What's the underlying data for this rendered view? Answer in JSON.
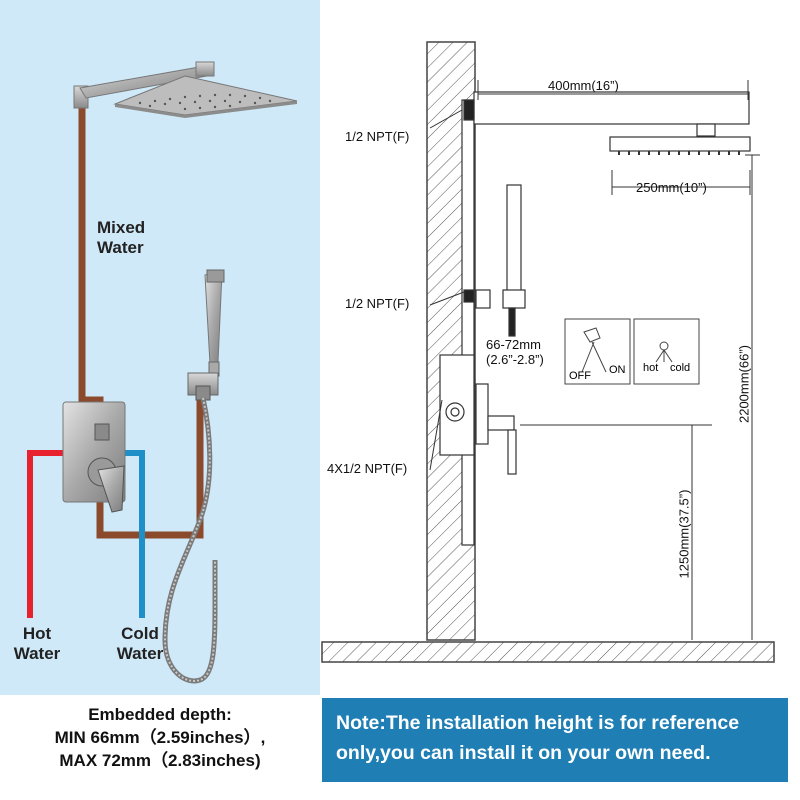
{
  "labels": {
    "mixed_water": [
      "Mixed",
      "Water"
    ],
    "hot_water": [
      "Hot",
      "Water"
    ],
    "cold_water": [
      "Cold",
      "Water"
    ]
  },
  "dimensions": {
    "arm_length": "400mm(16”)",
    "head_size": "250mm(10”)",
    "npt_top": "1/2 NPT(F)",
    "npt_mid": "1/2 NPT(F)",
    "depth_mm": "66-72mm",
    "depth_in": "(2.6”-2.8”)",
    "npt_bottom": "4X1/2 NPT(F)",
    "height_valve": "1250mm(37.5”)",
    "height_head": "2200mm(66”)"
  },
  "control_legend": {
    "off": "OFF",
    "on": "ON",
    "hot": "hot",
    "cold": "cold"
  },
  "embedded_depth": {
    "title": "Embedded depth:",
    "min": "MIN 66mm（2.59inches）,",
    "max": "MAX 72mm（2.83inches)"
  },
  "note": "Note:The installation height is for reference only,you can install it on your own need.",
  "colors": {
    "left_bg": "#cfe9f8",
    "mixed_pipe": "#8b4a2b",
    "hot_pipe": "#e8212e",
    "cold_pipe": "#1e8fc7",
    "note_bg": "#1f7fb4"
  }
}
